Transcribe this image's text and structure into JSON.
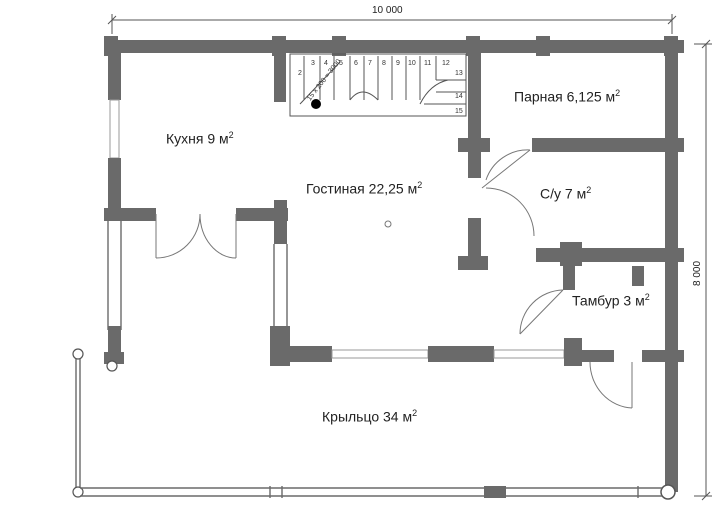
{
  "dimensions": {
    "width": "10 000",
    "height": "8 000"
  },
  "rooms": {
    "kitchen": {
      "name": "Кухня 9 м",
      "sup": "2"
    },
    "living": {
      "name": "Гостиная 22,25 м",
      "sup": "2"
    },
    "steam": {
      "name": "Парная 6,125 м",
      "sup": "2"
    },
    "bathroom": {
      "name": "С/у 7 м",
      "sup": "2"
    },
    "vestibule": {
      "name": "Тамбур 3 м",
      "sup": "2"
    },
    "porch": {
      "name": "Крыльцо 34 м",
      "sup": "2"
    }
  },
  "stairs": {
    "note": "15 x 200 = 3000",
    "steps": [
      "2",
      "3",
      "4",
      "5",
      "6",
      "7",
      "8",
      "9",
      "10",
      "11",
      "12",
      "13",
      "14",
      "15"
    ]
  }
}
